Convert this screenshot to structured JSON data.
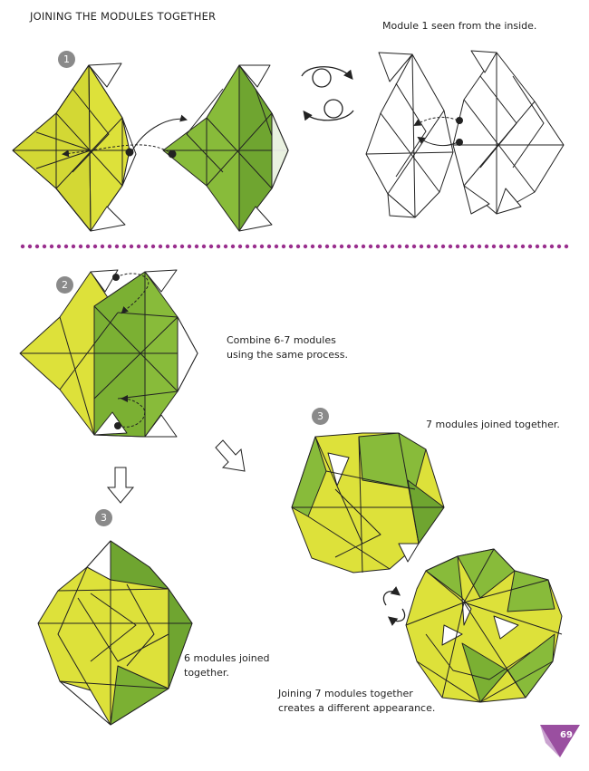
{
  "page": {
    "title": "JOINING THE MODULES TOGETHER",
    "page_number": "69"
  },
  "steps": {
    "step1": "1",
    "step2": "2",
    "step3a": "3",
    "step3b": "3"
  },
  "captions": {
    "inside_view": "Module 1 seen from the inside.",
    "combine_line1": "Combine 6-7 modules",
    "combine_line2": "using the same process.",
    "seven_joined": "7 modules joined together.",
    "six_line1": "6 modules joined",
    "six_line2": "together.",
    "appearance_line1": "Joining 7 modules together",
    "appearance_line2": "creates a different appearance."
  },
  "colors": {
    "yellow": "#dde13a",
    "green": "#88bb3a",
    "dark_green": "#6fa530",
    "divider": "#9a2f8e",
    "badge": "#8a8a8a",
    "page_tab": "#9a4fa0"
  }
}
